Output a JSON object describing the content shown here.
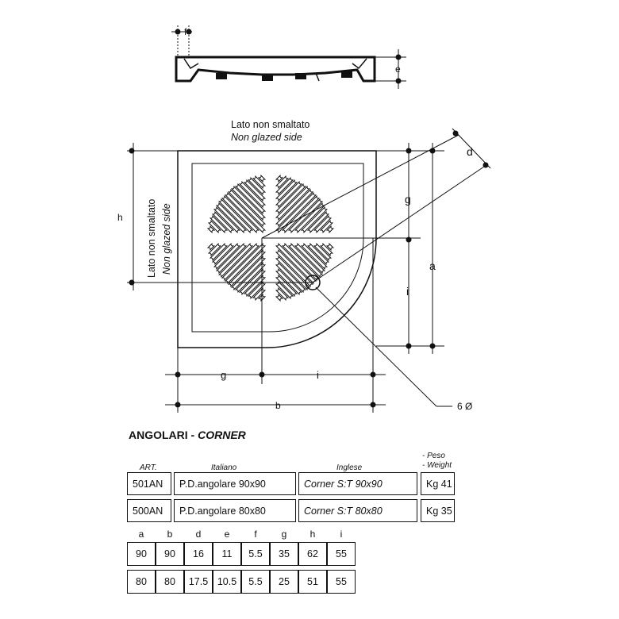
{
  "drawing": {
    "dim_labels": {
      "a": "a",
      "b": "b",
      "d": "d",
      "e": "e",
      "f": "f",
      "g": "g",
      "h": "h",
      "i": "i"
    },
    "top_side_label": {
      "it": "Lato non smaltato",
      "en": "Non glazed side"
    },
    "left_side_label": {
      "it": "Lato non smaltato",
      "en": "Non glazed side"
    },
    "drain_label": "6 Ø"
  },
  "section_title": {
    "main": "ANGOLARI - ",
    "italic": "CORNER"
  },
  "products_table": {
    "headers": {
      "art": "ART.",
      "italiano": "Italiano",
      "inglese": "Inglese",
      "peso": "- Peso",
      "weight": "- Weight"
    },
    "rows": [
      {
        "art": "501AN",
        "italiano": "P.D.angolare 90x90",
        "inglese": "Corner S:T  90x90",
        "peso": "Kg 41"
      },
      {
        "art": "500AN",
        "italiano": "P.D.angolare 80x80",
        "inglese": "Corner S:T  80x80",
        "peso": "Kg 35"
      }
    ]
  },
  "dimensions_table": {
    "headers": [
      "a",
      "b",
      "d",
      "e",
      "f",
      "g",
      "h",
      "i"
    ],
    "rows": [
      [
        "90",
        "90",
        "16",
        "11",
        "5.5",
        "35",
        "62",
        "55"
      ],
      [
        "80",
        "80",
        "17.5",
        "10.5",
        "5.5",
        "25",
        "51",
        "55"
      ]
    ]
  }
}
